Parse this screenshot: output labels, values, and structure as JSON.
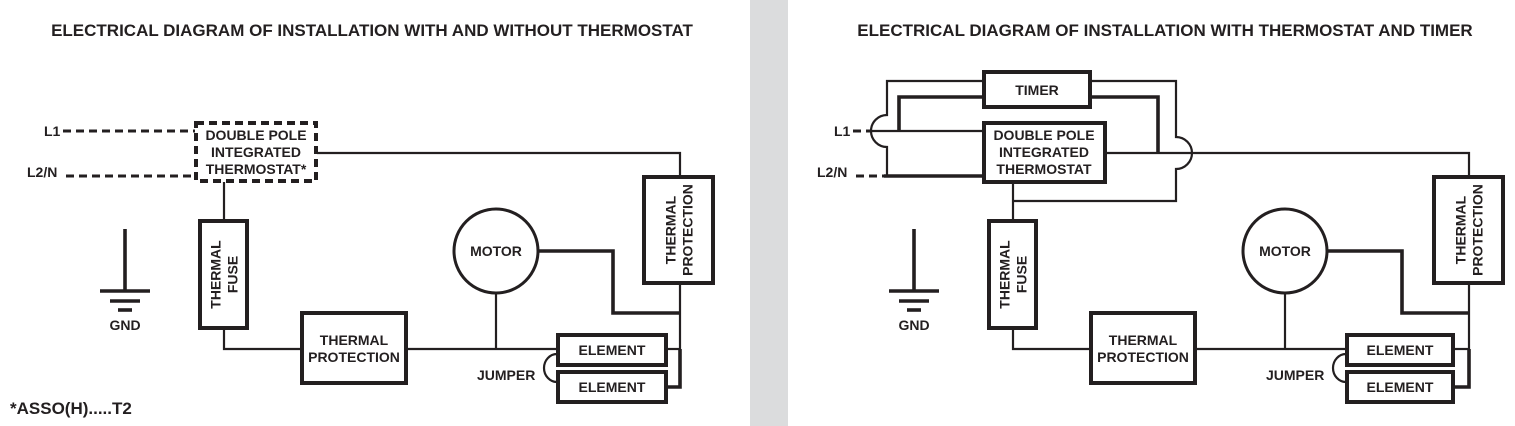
{
  "divider_color": "#dbdcdd",
  "ink_color": "#231f20",
  "left_diagram": {
    "title": "ELECTRICAL DIAGRAM OF INSTALLATION WITH AND WITHOUT THERMOSTAT",
    "inputs": {
      "l1": "L1",
      "l2n": "L2/N"
    },
    "thermostat": {
      "line1": "DOUBLE POLE",
      "line2": "INTEGRATED",
      "line3": "THERMOSTAT*"
    },
    "thermal_fuse": {
      "line1": "THERMAL",
      "line2": "FUSE"
    },
    "ground": "GND",
    "thermal_protection_bottom": {
      "line1": "THERMAL",
      "line2": "PROTECTION"
    },
    "motor": "MOTOR",
    "thermal_protection_right": {
      "line1": "THERMAL",
      "line2": "PROTECTION"
    },
    "jumper": "JUMPER",
    "element_1": "ELEMENT",
    "element_2": "ELEMENT",
    "footnote": "*ASSO(H).....T2"
  },
  "right_diagram": {
    "title": "ELECTRICAL DIAGRAM OF INSTALLATION WITH THERMOSTAT AND TIMER",
    "inputs": {
      "l1": "L1",
      "l2n": "L2/N"
    },
    "timer": "TIMER",
    "thermostat": {
      "line1": "DOUBLE POLE",
      "line2": "INTEGRATED",
      "line3": "THERMOSTAT"
    },
    "thermal_fuse": {
      "line1": "THERMAL",
      "line2": "FUSE"
    },
    "ground": "GND",
    "thermal_protection_bottom": {
      "line1": "THERMAL",
      "line2": "PROTECTION"
    },
    "motor": "MOTOR",
    "thermal_protection_right": {
      "line1": "THERMAL",
      "line2": "PROTECTION"
    },
    "jumper": "JUMPER",
    "element_1": "ELEMENT",
    "element_2": "ELEMENT"
  }
}
